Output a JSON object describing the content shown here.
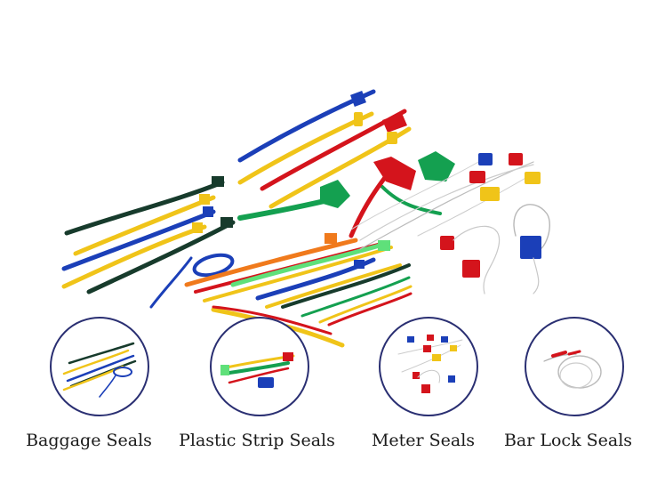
{
  "categories": [
    {
      "label": "Baggage Seals"
    },
    {
      "label": "Plastic Strip Seals"
    },
    {
      "label": "Meter Seals"
    },
    {
      "label": "Bar Lock Seals"
    }
  ],
  "colors": {
    "circle_border": "#2a2f72",
    "blue": "#1b3fb8",
    "yellow": "#f0c419",
    "red": "#d4141c",
    "green": "#14a050",
    "dark_green": "#173b2c",
    "orange": "#f07a1c"
  }
}
